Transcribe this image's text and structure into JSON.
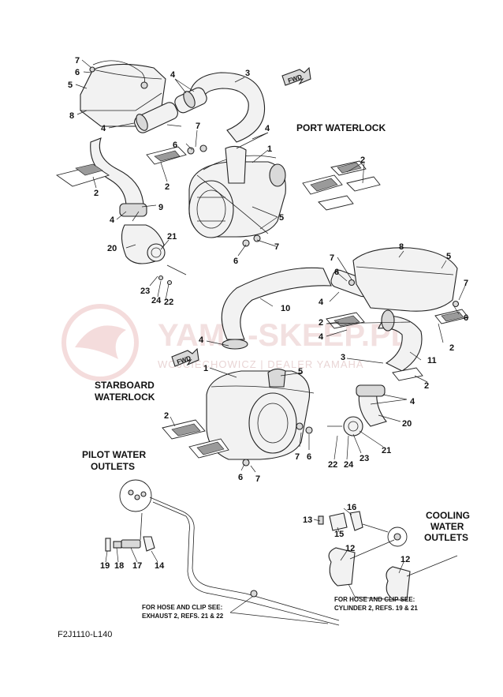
{
  "diagram_code": "F2J1110-L140",
  "watermark": {
    "brand": "YAMA-SKEEP.PL",
    "sub": "WOJCIECHOWICZ | DEALER YAMAHA"
  },
  "sections": {
    "port_waterlock": "PORT WATERLOCK",
    "starboard_waterlock_1": "STARBOARD",
    "starboard_waterlock_2": "WATERLOCK",
    "pilot_water_outlets_1": "PILOT WATER",
    "pilot_water_outlets_2": "OUTLETS",
    "cooling_water_outlets_1": "COOLING",
    "cooling_water_outlets_2": "WATER",
    "cooling_water_outlets_3": "OUTLETS"
  },
  "fwd_label": "FWD",
  "notes": {
    "exhaust_1": "FOR HOSE AND CLIP SEE:",
    "exhaust_2": "EXHAUST 2, REFS. 21 & 22",
    "cylinder_1": "FOR HOSE AND CLIP SEE:",
    "cylinder_2": "CYLINDER 2, REFS. 19 & 21"
  },
  "callouts": {
    "c01": "7",
    "c02": "6",
    "c03": "5",
    "c04": "8",
    "c05": "4",
    "c06": "3",
    "c07": "4",
    "c08": "7",
    "c09": "6",
    "c10": "4",
    "c11": "1",
    "c12": "2",
    "c13": "2",
    "c14": "2",
    "c15": "9",
    "c16": "4",
    "c17": "5",
    "c18": "7",
    "c19": "6",
    "c20": "20",
    "c21": "21",
    "c22": "23",
    "c23": "24",
    "c24": "22",
    "c25": "8",
    "c26": "5",
    "c27": "7",
    "c28": "6",
    "c29": "7",
    "c30": "4",
    "c31": "10",
    "c32": "6",
    "c33": "2",
    "c34": "4",
    "c35": "2",
    "c36": "4",
    "c37": "3",
    "c38": "11",
    "c39": "2",
    "c40": "1",
    "c41": "5",
    "c42": "4",
    "c43": "20",
    "c44": "2",
    "c45": "7",
    "c46": "6",
    "c47": "6",
    "c48": "7",
    "c49": "22",
    "c50": "24",
    "c51": "23",
    "c52": "21",
    "c53": "13",
    "c54": "16",
    "c55": "15",
    "c56": "12",
    "c57": "12",
    "c58": "19",
    "c59": "18",
    "c60": "17",
    "c61": "14"
  }
}
